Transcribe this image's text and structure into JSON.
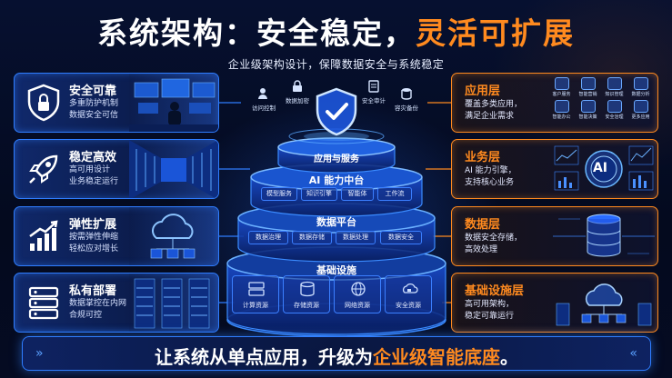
{
  "title": {
    "main": "系统架构：安全稳定，",
    "accent": "灵活可扩展"
  },
  "subtitle": "企业级架构设计，保障数据安全与系统稳定",
  "left_cards": [
    {
      "title": "安全可靠",
      "desc": "多重防护机制\n数据安全可信",
      "icon": "shield-lock-icon"
    },
    {
      "title": "稳定高效",
      "desc": "高可用设计\n业务稳定运行",
      "icon": "rocket-icon"
    },
    {
      "title": "弹性扩展",
      "desc": "按需弹性伸缩\n轻松应对增长",
      "icon": "growth-chart-icon"
    },
    {
      "title": "私有部署",
      "desc": "数据掌控在内网\n合规可控",
      "icon": "server-icon"
    }
  ],
  "right_cards": [
    {
      "title": "应用层",
      "desc": "覆盖多类应用，\n满足企业需求"
    },
    {
      "title": "业务层",
      "desc": "AI 能力引擎，\n支持核心业务"
    },
    {
      "title": "数据层",
      "desc": "数据安全存储，\n高效处理"
    },
    {
      "title": "基础设施层",
      "desc": "高可用架构，\n稳定可靠运行"
    }
  ],
  "app_icons": [
    "客户服务",
    "智能营销",
    "知识管理",
    "数据分析",
    "智能办公",
    "智能决策",
    "安全治理",
    "更多应用"
  ],
  "ai_badge": "AI",
  "top_tags": [
    "访问控制",
    "数据加密",
    "安全审计",
    "容灾备份"
  ],
  "tiers": {
    "app": "应用与服务",
    "ai": {
      "label": "AI 能力中台",
      "items": [
        "模型服务",
        "知识引擎",
        "智能体",
        "工作流"
      ]
    },
    "data": {
      "label": "数据平台",
      "items": [
        "数据治理",
        "数据存储",
        "数据处理",
        "数据安全"
      ]
    },
    "infra": {
      "label": "基础设施",
      "items": [
        "计算资源",
        "存储资源",
        "网络资源",
        "安全资源"
      ]
    }
  },
  "bottom": {
    "main": "让系统从单点应用，升级为",
    "accent": "企业级智能底座",
    "end": "。"
  },
  "colors": {
    "accent": "#ff8a1f",
    "primary": "#2f7dff",
    "bg": "#040a1e"
  }
}
